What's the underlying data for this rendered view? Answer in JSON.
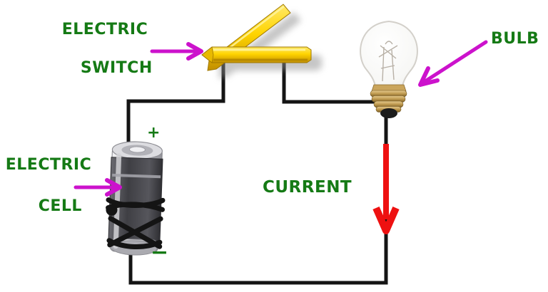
{
  "diagram": {
    "labels": {
      "switch_line1": "ELECTRIC",
      "switch_line2": "SWITCH",
      "cell_line1": "ELECTRIC",
      "cell_line2": "CELL",
      "bulb": "BULB",
      "current": "CURRENT",
      "positive_terminal": "+",
      "negative_terminal": "−"
    },
    "colors": {
      "label_green": "#157a15",
      "pointer_magenta": "#cc12cc",
      "current_red": "#ee1111",
      "wire_black": "#141414",
      "switch_gold": "#ffd400",
      "bulb_brass": "#c6a05c",
      "battery_gray": "#4a4a50"
    }
  }
}
